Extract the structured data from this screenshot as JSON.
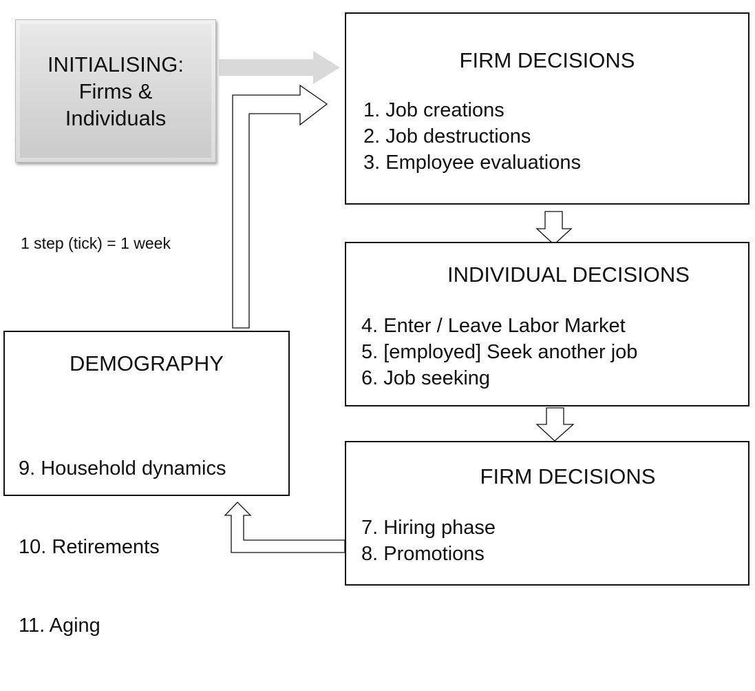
{
  "init_box": {
    "line1": "INITIALISING:",
    "line2": "Firms &",
    "line3": "Individuals"
  },
  "firm_box_1": {
    "title": "FIRM DECISIONS",
    "items": [
      "1. Job creations",
      "2. Job destructions",
      "3. Employee evaluations"
    ]
  },
  "individual_box": {
    "title": "INDIVIDUAL DECISIONS",
    "items": [
      "4. Enter / Leave Labor Market",
      "5. [employed] Seek another job",
      "6. Job seeking"
    ]
  },
  "firm_box_2": {
    "title": "FIRM DECISIONS",
    "items": [
      "7. Hiring phase",
      "8. Promotions"
    ]
  },
  "demography_box": {
    "title": "DEMOGRAPHY",
    "items": [
      "9.   Household dynamics",
      "10. Retirements",
      "11.  Aging"
    ]
  },
  "note": "1 step (tick) = 1 week",
  "colors": {
    "init_fill": "#d6d6d6",
    "init_arrow": "#d9d9d9",
    "border": "#111111"
  }
}
